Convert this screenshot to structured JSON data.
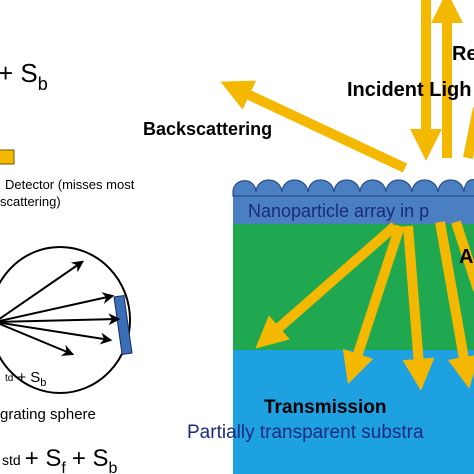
{
  "left_panel": {
    "equation_top": {
      "prefix": "+ S",
      "subscript": "b"
    },
    "detector_text_line1": "Detector (misses most",
    "detector_text_line2": "scattering)",
    "inner_label": {
      "subscript_std": "td",
      "plus": "+ S",
      "subscript": "b"
    },
    "sphere_caption": "grating sphere",
    "equation_bottom": {
      "std": "std",
      "plus_f": "+ S",
      "sub_f": "f",
      "plus_b": "+ S",
      "sub_b": "b"
    }
  },
  "right_panel": {
    "reflection_label": "Re",
    "incident_label": "Incident Ligh",
    "backscattering_label": "Backscattering",
    "nanoparticle_label": "Nanoparticle array in p",
    "absorption_label": "A",
    "transmission_label": "Transmission",
    "substrate_label": "Partially transparent substra"
  },
  "colors": {
    "arrow": "#f5b800",
    "nanoparticle_layer": "#4a7fc1",
    "absorber_layer": "#1fa84f",
    "substrate_layer": "#1da1e0",
    "navy_text": "#1a2a80",
    "detector_orange": "#f5b800",
    "detector_blue": "#3a6fb8"
  }
}
